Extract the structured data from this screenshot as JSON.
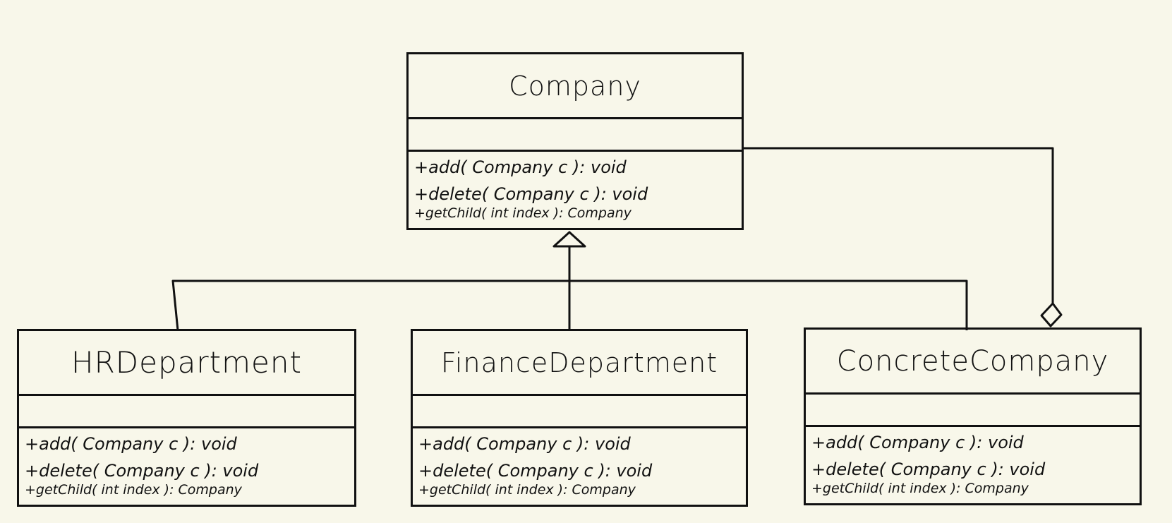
{
  "classes": {
    "company": {
      "name": "Company",
      "operations": [
        "+add( Company c ): void",
        "+delete( Company c ): void",
        "+getChild( int index ): Company"
      ]
    },
    "hr": {
      "name": "HRDepartment",
      "operations": [
        "+add( Company c ): void",
        "+delete( Company c ): void",
        "+getChild( int index ): Company"
      ]
    },
    "finance": {
      "name": "FinanceDepartment",
      "operations": [
        "+add( Company c ): void",
        "+delete( Company c ): void",
        "+getChild( int index ): Company"
      ]
    },
    "concrete": {
      "name": "ConcreteCompany",
      "operations": [
        "+add( Company c ): void",
        "+delete( Company c ): void",
        "+getChild( int index ): Company"
      ]
    }
  },
  "relations": [
    {
      "type": "generalization",
      "from": "hr",
      "to": "company"
    },
    {
      "type": "generalization",
      "from": "finance",
      "to": "company"
    },
    {
      "type": "generalization",
      "from": "concrete",
      "to": "company"
    },
    {
      "type": "aggregation",
      "whole": "concrete",
      "part": "company"
    }
  ]
}
